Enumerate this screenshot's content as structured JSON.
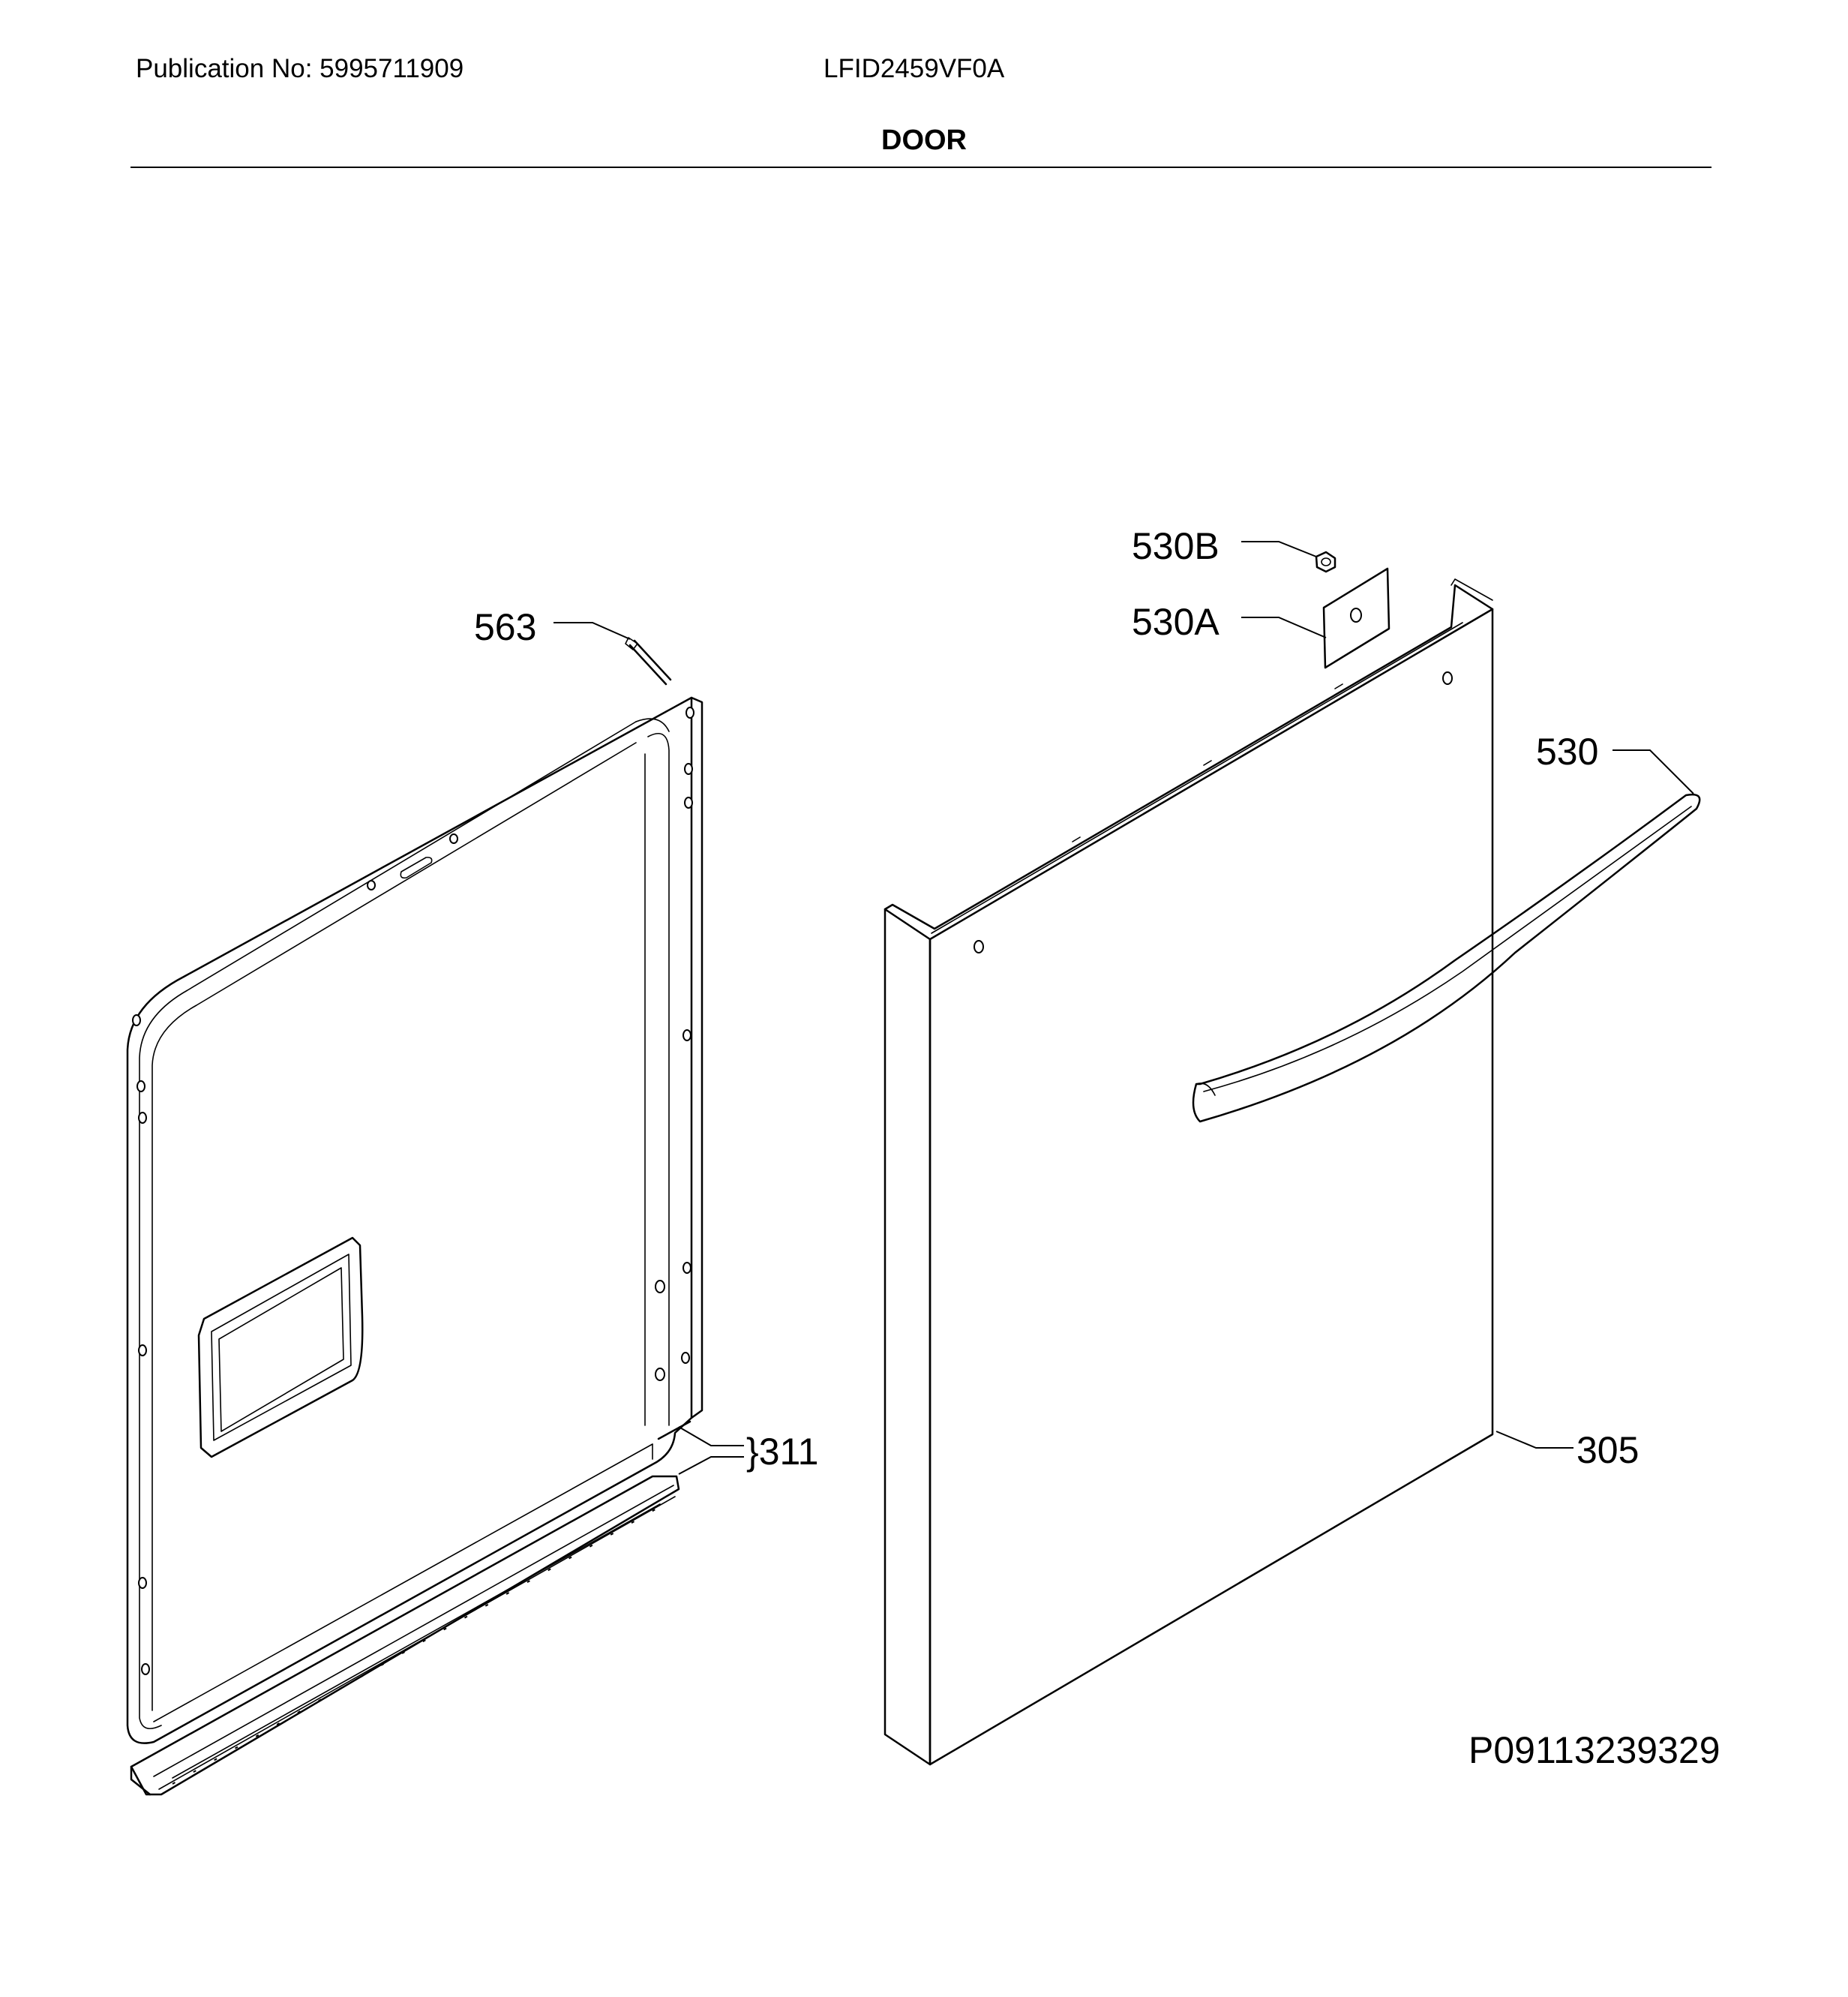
{
  "header": {
    "publication": "Publication No: 5995711909",
    "model": "LFID2459VF0A",
    "title": "DOOR"
  },
  "parts": [
    {
      "id": "563",
      "label": "563"
    },
    {
      "id": "530B",
      "label": "530B"
    },
    {
      "id": "530A",
      "label": "530A"
    },
    {
      "id": "530",
      "label": "530"
    },
    {
      "id": "311",
      "label": "}311"
    },
    {
      "id": "305",
      "label": "305"
    }
  ],
  "figure_code": "P09113239329"
}
